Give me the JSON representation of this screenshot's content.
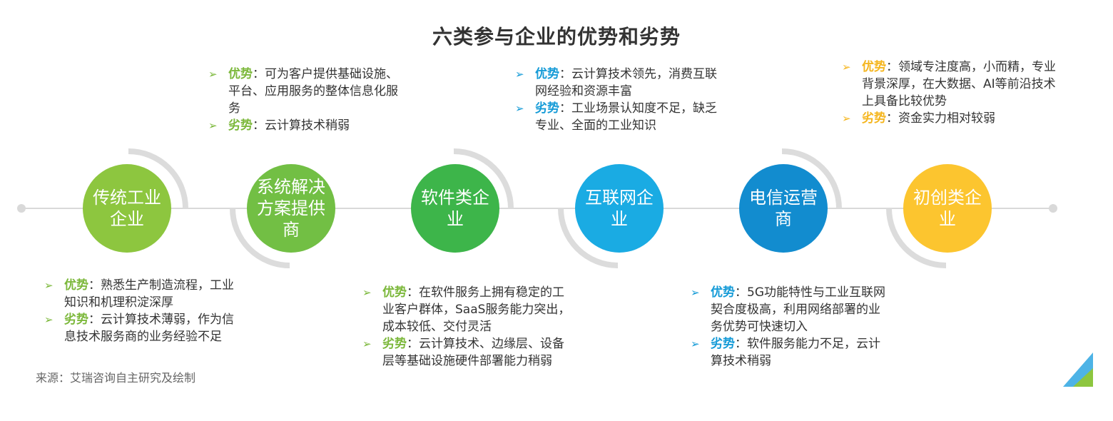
{
  "title": "六类参与企业的优势和劣势",
  "source": "来源：艾瑞咨询自主研究及绘制",
  "colors": {
    "line": "#d9d9d9",
    "arc": "#dcdcdc",
    "node1": "#8dc63f",
    "node2": "#72bf44",
    "node3": "#3db54a",
    "node4": "#1aabe3",
    "node5": "#128ccf",
    "node6": "#fcc52f",
    "green_text": "#7cb83b",
    "blue_text": "#159bd7",
    "yellow_text": "#f5b61f"
  },
  "nodes": [
    {
      "label": "传统工业企业"
    },
    {
      "label": "系统解决方案提供商"
    },
    {
      "label": "软件类企业"
    },
    {
      "label": "互联网企业"
    },
    {
      "label": "电信运营商"
    },
    {
      "label": "初创类企业"
    }
  ],
  "blocks": [
    {
      "id": "traditional",
      "items": [
        {
          "key": "优势",
          "text": "：熟悉生产制造流程，工业知识和机理积淀深厚"
        },
        {
          "key": "劣势",
          "text": "：云计算技术薄弱，作为信息技术服务商的业务经验不足"
        }
      ]
    },
    {
      "id": "solution",
      "items": [
        {
          "key": "优势",
          "text": "：可为客户提供基础设施、平台、应用服务的整体信息化服务"
        },
        {
          "key": "劣势",
          "text": "：云计算技术稍弱"
        }
      ]
    },
    {
      "id": "software",
      "items": [
        {
          "key": "优势",
          "text": "：在软件服务上拥有稳定的工业客户群体，SaaS服务能力突出，成本较低、交付灵活"
        },
        {
          "key": "劣势",
          "text": "：云计算技术、边缘层、设备层等基础设施硬件部署能力稍弱"
        }
      ]
    },
    {
      "id": "internet",
      "items": [
        {
          "key": "优势",
          "text": "：云计算技术领先，消费互联网经验和资源丰富"
        },
        {
          "key": "劣势",
          "text": "：工业场景认知度不足，缺乏专业、全面的工业知识"
        }
      ]
    },
    {
      "id": "telecom",
      "items": [
        {
          "key": "优势",
          "text": "：5G功能特性与工业互联网契合度极高，利用网络部署的业务优势可快速切入"
        },
        {
          "key": "劣势",
          "text": "：软件服务能力不足，云计算技术稍弱"
        }
      ]
    },
    {
      "id": "startup",
      "items": [
        {
          "key": "优势",
          "text": "：领域专注度高，小而精，专业背景深厚，在大数据、AI等前沿技术上具备比较优势"
        },
        {
          "key": "劣势",
          "text": "：资金实力相对较弱"
        }
      ]
    }
  ]
}
